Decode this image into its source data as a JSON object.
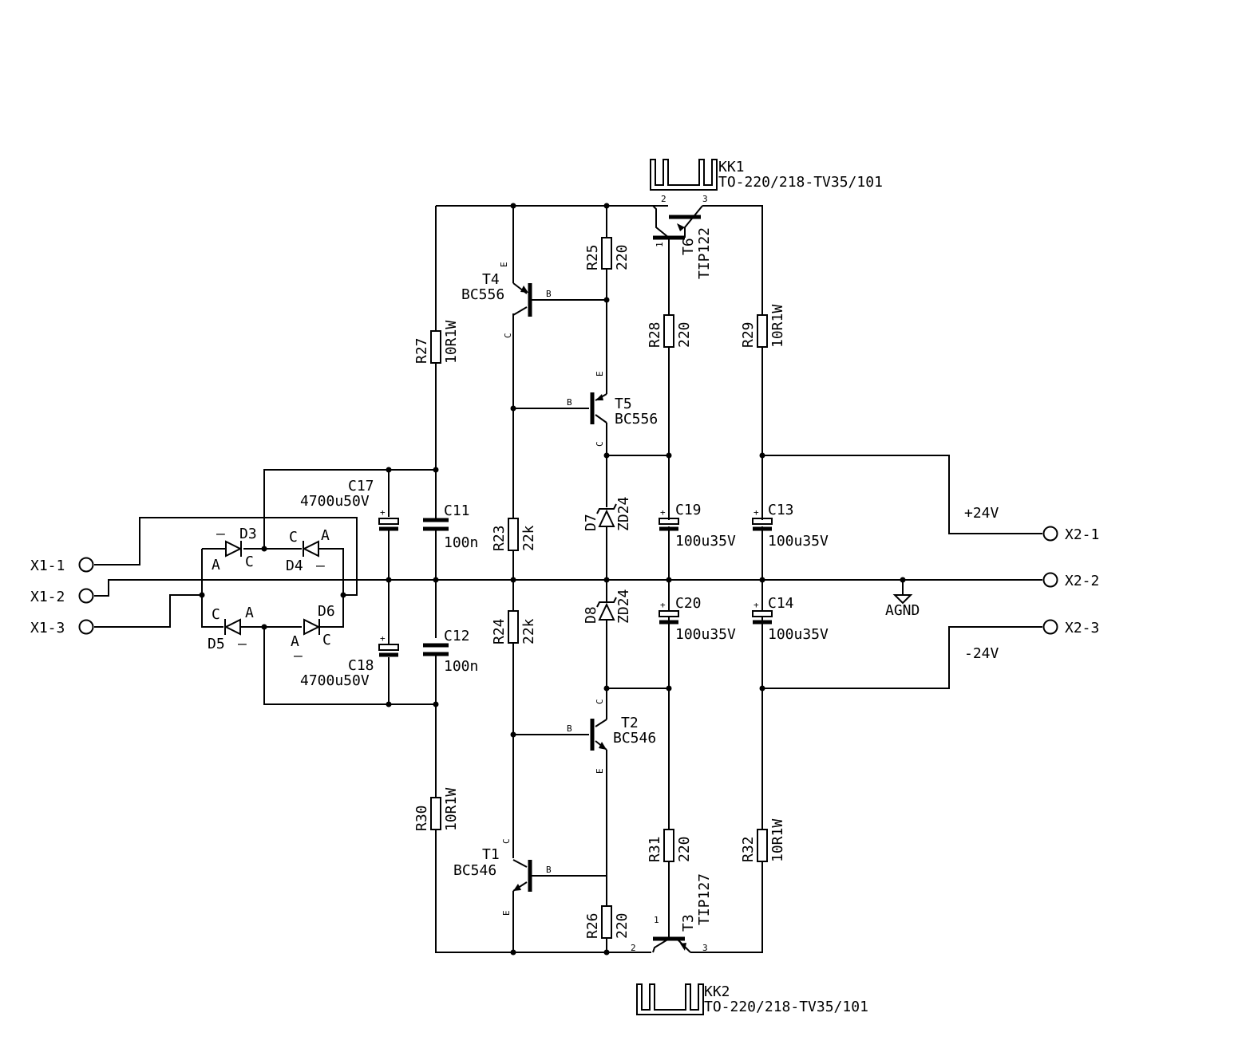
{
  "schematic": {
    "connectors": {
      "x1_1": "X1-1",
      "x1_2": "X1-2",
      "x1_3": "X1-3",
      "x2_1": "X2-1",
      "x2_2": "X2-2",
      "x2_3": "X2-3"
    },
    "rails": {
      "pos": "+24V",
      "neg": "-24V",
      "gnd": "AGND"
    },
    "heatsinks": {
      "kk1": {
        "ref": "KK1",
        "value": "TO-220/218-TV35/101"
      },
      "kk2": {
        "ref": "KK2",
        "value": "TO-220/218-TV35/101"
      }
    },
    "transistors": {
      "t1": {
        "ref": "T1",
        "value": "BC546"
      },
      "t2": {
        "ref": "T2",
        "value": "BC546"
      },
      "t3": {
        "ref": "T3",
        "value": "TIP127"
      },
      "t4": {
        "ref": "T4",
        "value": "BC556"
      },
      "t5": {
        "ref": "T5",
        "value": "BC556"
      },
      "t6": {
        "ref": "T6",
        "value": "TIP122"
      }
    },
    "resistors": {
      "r23": {
        "ref": "R23",
        "value": "22k"
      },
      "r24": {
        "ref": "R24",
        "value": "22k"
      },
      "r25": {
        "ref": "R25",
        "value": "220"
      },
      "r26": {
        "ref": "R26",
        "value": "220"
      },
      "r27": {
        "ref": "R27",
        "value": "10R1W"
      },
      "r28": {
        "ref": "R28",
        "value": "220"
      },
      "r29": {
        "ref": "R29",
        "value": "10R1W"
      },
      "r30": {
        "ref": "R30",
        "value": "10R1W"
      },
      "r31": {
        "ref": "R31",
        "value": "220"
      },
      "r32": {
        "ref": "R32",
        "value": "10R1W"
      }
    },
    "capacitors": {
      "c11": {
        "ref": "C11",
        "value": "100n"
      },
      "c12": {
        "ref": "C12",
        "value": "100n"
      },
      "c13": {
        "ref": "C13",
        "value": "100u35V"
      },
      "c14": {
        "ref": "C14",
        "value": "100u35V"
      },
      "c17": {
        "ref": "C17",
        "value": "4700u50V"
      },
      "c18": {
        "ref": "C18",
        "value": "4700u50V"
      },
      "c19": {
        "ref": "C19",
        "value": "100u35V"
      },
      "c20": {
        "ref": "C20",
        "value": "100u35V"
      }
    },
    "diodes": {
      "d3": {
        "ref": "D3"
      },
      "d4": {
        "ref": "D4"
      },
      "d5": {
        "ref": "D5"
      },
      "d6": {
        "ref": "D6"
      },
      "d7": {
        "ref": "D7",
        "value": "ZD24"
      },
      "d8": {
        "ref": "D8",
        "value": "ZD24"
      }
    },
    "pin_labels": {
      "anode": "A",
      "cathode": "C",
      "minus": "—",
      "base": "B",
      "collector": "C",
      "emitter": "E",
      "plus": "+",
      "p1": "1",
      "p2": "2",
      "p3": "3"
    }
  }
}
